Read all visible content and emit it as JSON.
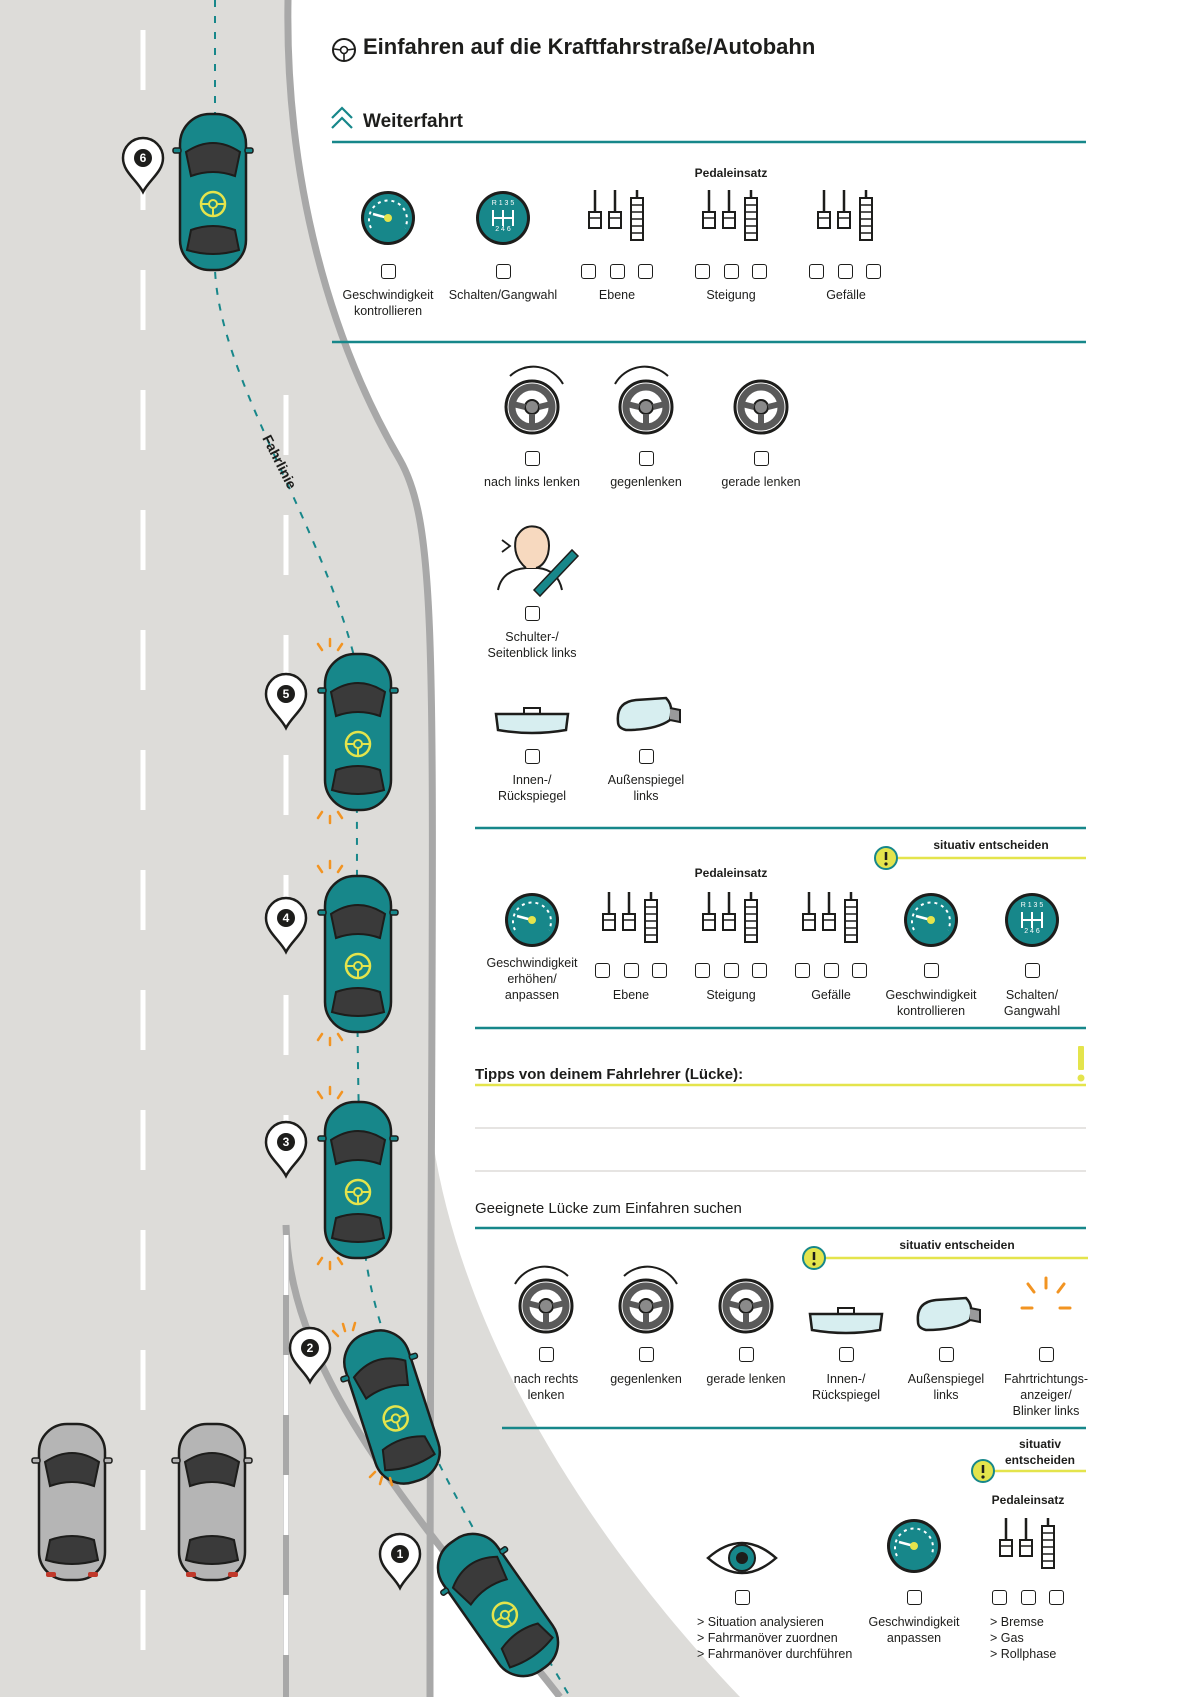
{
  "title": "Einfahren auf die Kraftfahrstraße/Autobahn",
  "road": {
    "fahrlinie_label": "Fahrlinie",
    "markers": [
      "1",
      "2",
      "3",
      "4",
      "5",
      "6"
    ]
  },
  "weiterfahrt": {
    "heading": "Weiterfahrt",
    "pedal_heading": "Pedaleinsatz",
    "items": [
      "Geschwindigkeit\nkontrollieren",
      "Schalten/Gangwahl",
      "Ebene",
      "Steigung",
      "Gefälle"
    ]
  },
  "steering_top": [
    "nach links lenken",
    "gegenlenken",
    "gerade lenken"
  ],
  "schulterblick": "Schulter-/\nSeitenblick links",
  "mirrors_top": [
    "Innen-/\nRückspiegel",
    "Außenspiegel\nlinks"
  ],
  "middle_block": {
    "situativ": "situativ entscheiden",
    "pedal_heading": "Pedaleinsatz",
    "items": [
      "Geschwindigkeit\nerhöhen/\nanpassen",
      "Ebene",
      "Steigung",
      "Gefälle",
      "Geschwindigkeit\nkontrollieren",
      "Schalten/\nGangwahl"
    ]
  },
  "tipps": {
    "heading": "Tipps von deinem Fahrlehrer (Lücke):"
  },
  "luecke": {
    "heading": "Geeignete Lücke zum Einfahren suchen",
    "situativ": "situativ entscheiden",
    "items": [
      "nach rechts\nlenken",
      "gegenlenken",
      "gerade lenken",
      "Innen-/\nRückspiegel",
      "Außenspiegel\nlinks",
      "Fahrtrichtungs-\nanzeiger/\nBlinker links"
    ]
  },
  "bottom_block": {
    "situativ": "situativ\nentscheiden",
    "pedal_heading": "Pedaleinsatz",
    "situation": "> Situation analysieren\n> Fahrmanöver zuordnen\n> Fahrmanöver durchführen",
    "speed": "Geschwindigkeit\nanpassen",
    "pedals": "> Bremse\n> Gas\n> Rollphase"
  },
  "gearbox_digits": {
    "top": "R 1 3 5",
    "bottom": "2 4 6"
  },
  "colors": {
    "teal": "#17878a",
    "road": "#dddcd9",
    "yellow": "#e4e44c",
    "orange": "#f29422",
    "text": "#1d1d1b"
  }
}
